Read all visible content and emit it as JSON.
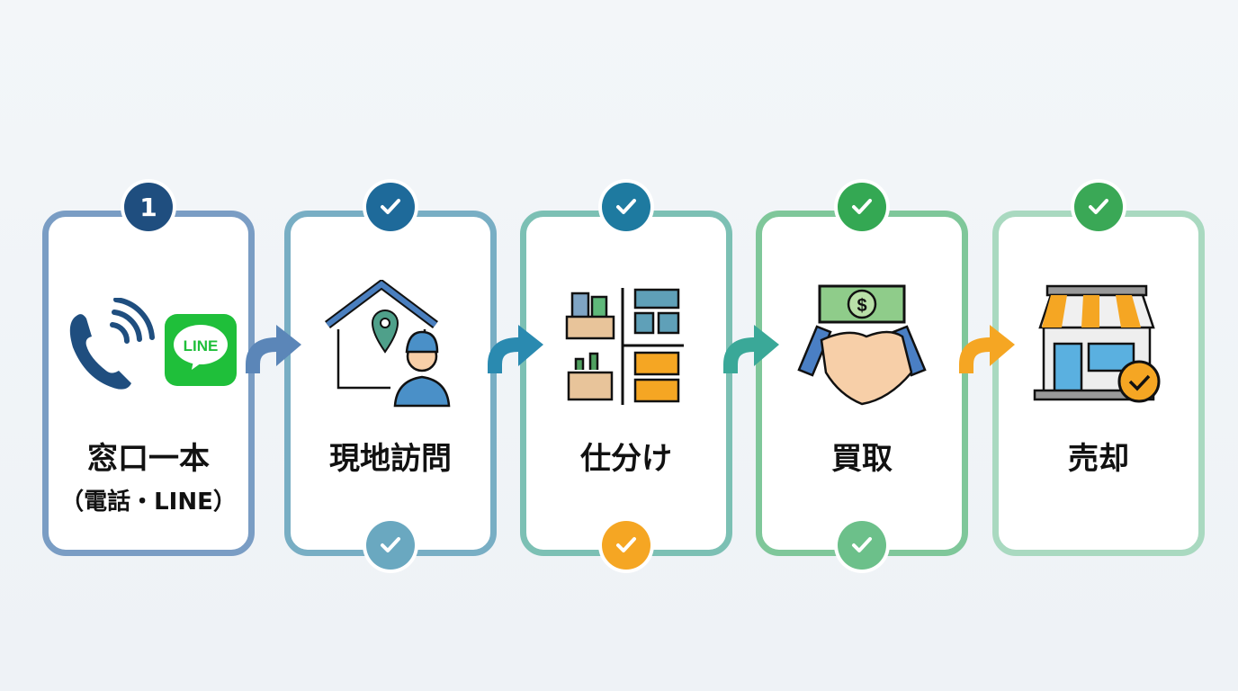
{
  "steps": [
    {
      "badge": "1",
      "label": "窓口一本",
      "sub": "（電話・LINE）",
      "icon": "phone-line-icon",
      "border": "#7a9dc4",
      "badge_color": "#1f4e7f",
      "line_text": "LINE"
    },
    {
      "label": "現地訪問",
      "icon": "house-visit-icon",
      "border": "#78aec4",
      "badge_color": "#1e6a9a",
      "bottom_color": "#6aa8c0"
    },
    {
      "label": "仕分け",
      "icon": "sorting-icon",
      "border": "#7cc0b4",
      "badge_color": "#1e7aa0",
      "bottom_color": "#f5a623"
    },
    {
      "label": "買取",
      "icon": "handshake-money-icon",
      "border": "#7fc79a",
      "badge_color": "#34a853",
      "bottom_color": "#6cc08a",
      "money_symbol": "$"
    },
    {
      "label": "売却",
      "icon": "store-icon",
      "border": "#a9d9c0",
      "badge_color": "#3aa856"
    }
  ],
  "arrow_colors": [
    "#5b86b8",
    "#2a8ab0",
    "#3aa898",
    "#f5a623"
  ]
}
